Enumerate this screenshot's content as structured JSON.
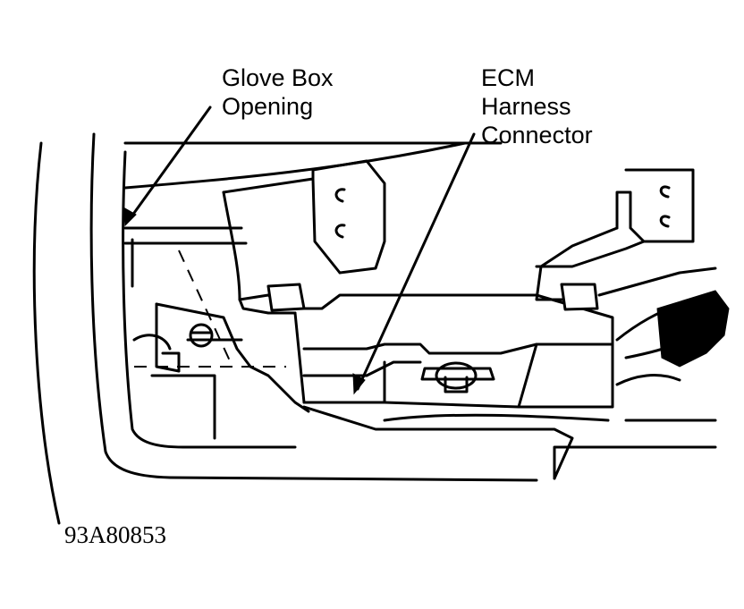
{
  "callouts": {
    "glove_box_line1": "Glove Box",
    "glove_box_line2": "Opening",
    "ecm_line1": "ECM",
    "ecm_line2": "Harness",
    "ecm_line3": "Connector"
  },
  "figure_id": "93A80853"
}
